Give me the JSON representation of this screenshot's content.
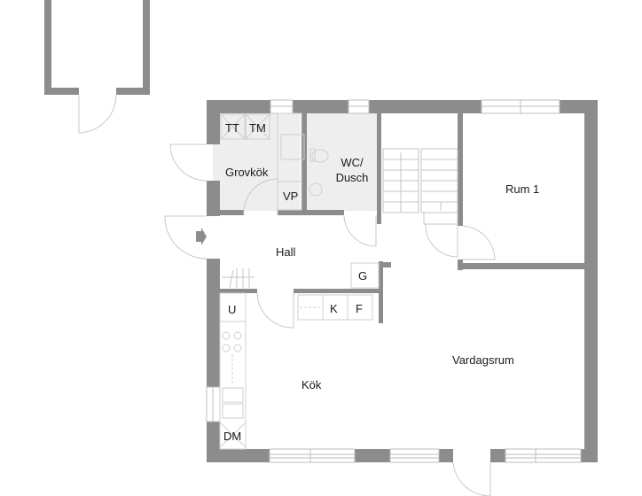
{
  "plan": {
    "type": "floor plan",
    "colors": {
      "wall": "#8c8c8c",
      "wet_room_fill": "#eeeeee",
      "line": "#bdbdbd",
      "text": "#1a1a1a",
      "background": "#ffffff"
    },
    "rooms": {
      "grovkok": "Grovkök",
      "wc_dusch_line1": "WC/",
      "wc_dusch_line2": "Dusch",
      "rum1": "Rum 1",
      "hall": "Hall",
      "kok": "Kök",
      "vardagsrum": "Vardagsrum"
    },
    "fixtures": {
      "tt": "TT",
      "tm": "TM",
      "vp": "VP",
      "g": "G",
      "k": "K",
      "f": "F",
      "u": "U",
      "dm": "DM"
    }
  }
}
